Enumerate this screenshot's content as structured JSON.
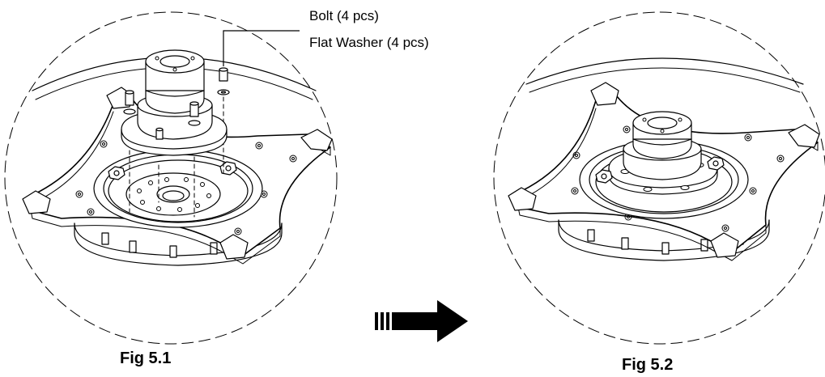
{
  "callout": {
    "line1": "Bolt (4 pcs)",
    "line2": "Flat Washer (4 pcs)"
  },
  "figures": {
    "left_caption": "Fig 5.1",
    "right_caption": "Fig 5.2"
  },
  "colors": {
    "ink": "#000000",
    "background": "#ffffff",
    "arrow": "#000000"
  }
}
